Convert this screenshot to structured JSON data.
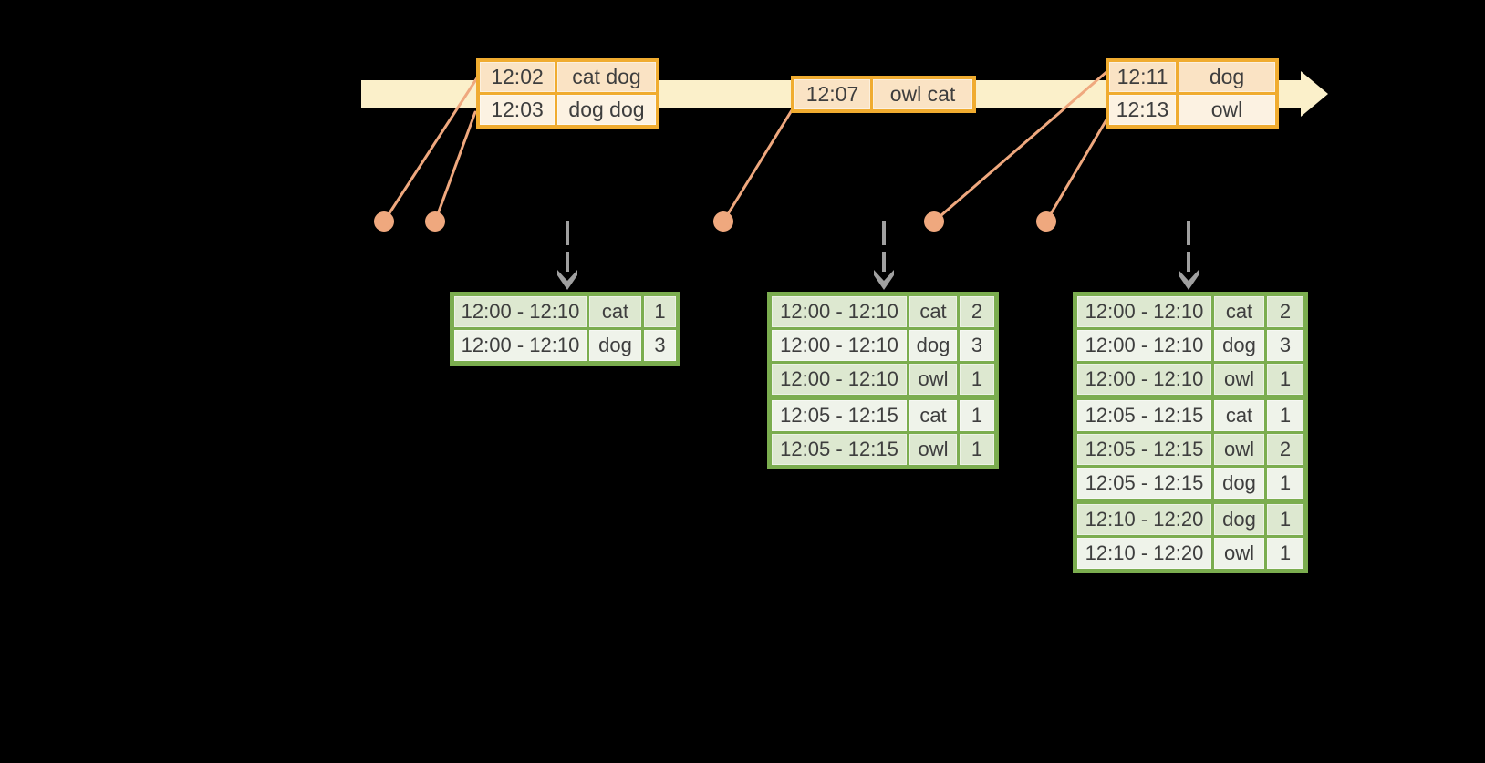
{
  "colors": {
    "background": "#000000",
    "timeline_band": "#FBF0CA",
    "event_border": "#F0AC30",
    "event_row_dark": "#FAE3C4",
    "event_row_light": "#FCF2E2",
    "connector": "#EFA87E",
    "result_border": "#7BAD4F",
    "result_row_dark": "#DDE8D0",
    "result_row_light": "#EFF3EA",
    "trigger_arrow": "#A0A0A0",
    "text": "#3E3E3E"
  },
  "event_tables": [
    {
      "rows": [
        {
          "time": "12:02",
          "words": "cat dog"
        },
        {
          "time": "12:03",
          "words": "dog dog"
        }
      ]
    },
    {
      "rows": [
        {
          "time": "12:07",
          "words": "owl cat"
        }
      ]
    },
    {
      "rows": [
        {
          "time": "12:11",
          "words": "dog"
        },
        {
          "time": "12:13",
          "words": "owl"
        }
      ]
    }
  ],
  "result_tables": [
    {
      "rows": [
        {
          "window": "12:00 - 12:10",
          "word": "cat",
          "count": "1"
        },
        {
          "window": "12:00 - 12:10",
          "word": "dog",
          "count": "3"
        }
      ]
    },
    {
      "rows": [
        {
          "window": "12:00 - 12:10",
          "word": "cat",
          "count": "2"
        },
        {
          "window": "12:00 - 12:10",
          "word": "dog",
          "count": "3"
        },
        {
          "window": "12:00 - 12:10",
          "word": "owl",
          "count": "1"
        },
        {
          "window": "12:05 - 12:15",
          "word": "cat",
          "count": "1"
        },
        {
          "window": "12:05 - 12:15",
          "word": "owl",
          "count": "1"
        }
      ]
    },
    {
      "rows": [
        {
          "window": "12:00 - 12:10",
          "word": "cat",
          "count": "2"
        },
        {
          "window": "12:00 - 12:10",
          "word": "dog",
          "count": "3"
        },
        {
          "window": "12:00 - 12:10",
          "word": "owl",
          "count": "1"
        },
        {
          "window": "12:05 - 12:15",
          "word": "cat",
          "count": "1"
        },
        {
          "window": "12:05 - 12:15",
          "word": "owl",
          "count": "2"
        },
        {
          "window": "12:05 - 12:15",
          "word": "dog",
          "count": "1"
        },
        {
          "window": "12:10 - 12:20",
          "word": "dog",
          "count": "1"
        },
        {
          "window": "12:10 - 12:20",
          "word": "owl",
          "count": "1"
        }
      ]
    }
  ]
}
